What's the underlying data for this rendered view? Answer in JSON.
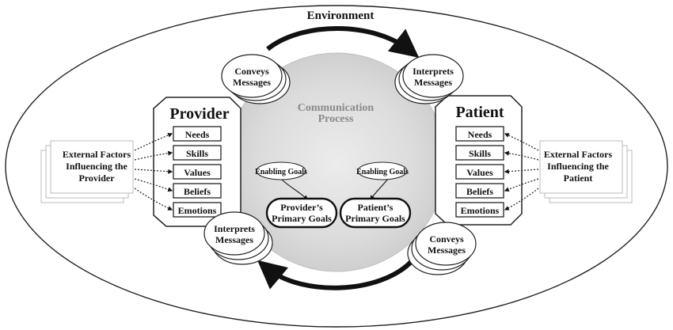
{
  "environment_label": "Environment",
  "process": {
    "line1": "Communication",
    "line2": "Process"
  },
  "provider": {
    "title": "Provider",
    "attributes": [
      "Needs",
      "Skills",
      "Values",
      "Beliefs",
      "Emotions"
    ],
    "external": {
      "line1": "External Factors",
      "line2": "Influencing the",
      "line3": "Provider"
    },
    "enabling_goals": "Enabling Goals",
    "primary_goals": {
      "line1": "Provider’s",
      "line2": "Primary Goals"
    }
  },
  "patient": {
    "title": "Patient",
    "attributes": [
      "Needs",
      "Skills",
      "Values",
      "Beliefs",
      "Emotions"
    ],
    "external": {
      "line1": "External Factors",
      "line2": "Influencing the",
      "line3": "Patient"
    },
    "enabling_goals": "Enabling Goals",
    "primary_goals": {
      "line1": "Patient’s",
      "line2": "Primary Goals"
    }
  },
  "messages": {
    "conveys_top": {
      "line1": "Conveys",
      "line2": "Messages"
    },
    "interprets_top": {
      "line1": "Interprets",
      "line2": "Messages"
    },
    "interprets_bottom": {
      "line1": "Interprets",
      "line2": "Messages"
    },
    "conveys_bottom": {
      "line1": "Conveys",
      "line2": "Messages"
    }
  },
  "colors": {
    "process_circle": "#d9d9d9",
    "process_text": "#8a8a8a",
    "arrow": "#111111",
    "stroke": "#222222"
  }
}
